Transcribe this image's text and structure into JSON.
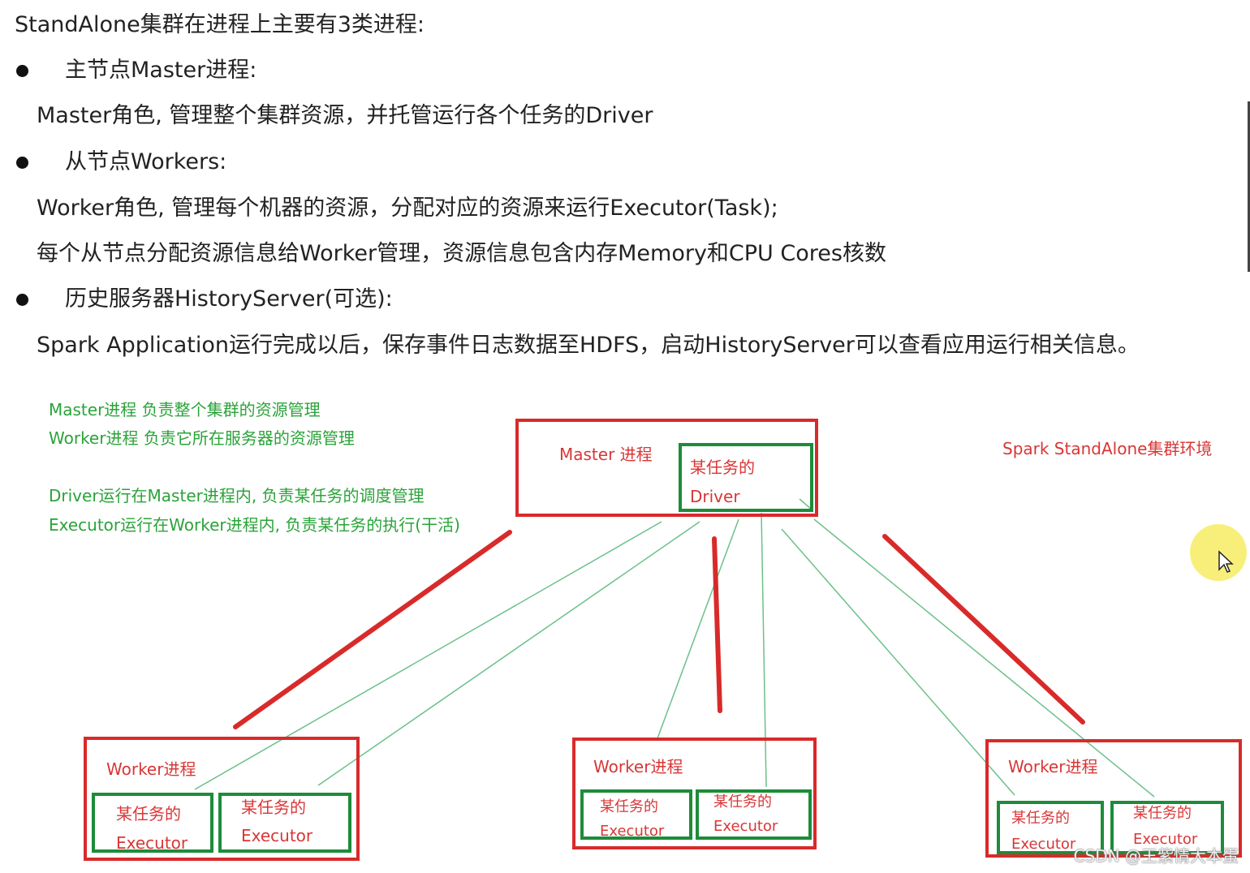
{
  "document": {
    "intro": "StandAlone集群在进程上主要有3类进程:",
    "master_heading": "主节点Master进程:",
    "master_desc": "Master角色, 管理整个集群资源，并托管运行各个任务的Driver",
    "workers_heading": "从节点Workers:",
    "workers_desc1": "Worker角色, 管理每个机器的资源，分配对应的资源来运行Executor(Task);",
    "workers_desc2": "每个从节点分配资源信息给Worker管理，资源信息包含内存Memory和CPU Cores核数",
    "history_heading": "历史服务器HistoryServer(可选):",
    "history_desc": "Spark Application运行完成以后，保存事件日志数据至HDFS，启动HistoryServer可以查看应用运行相关信息。"
  },
  "diagram": {
    "notes": [
      "Master进程 负责整个集群的资源管理",
      "Worker进程 负责它所在服务器的资源管理",
      "Driver运行在Master进程内, 负责某任务的调度管理",
      "Executor运行在Worker进程内, 负责某任务的执行(干活)"
    ],
    "title": "Spark StandAlone集群环境",
    "master": {
      "label": "Master 进程",
      "driver_line1": "某任务的",
      "driver_line2": "Driver"
    },
    "workers": [
      {
        "label": "Worker进程",
        "executors": [
          {
            "line1": "某任务的",
            "line2": "Executor"
          },
          {
            "line1": "某任务的",
            "line2": "Executor"
          }
        ]
      },
      {
        "label": "Worker进程",
        "executors": [
          {
            "line1": "某任务的",
            "line2": "Executor"
          },
          {
            "line1": "某任务的",
            "line2": "Executor"
          }
        ]
      },
      {
        "label": "Worker进程",
        "executors": [
          {
            "line1": "某任务的",
            "line2": "Executor"
          },
          {
            "line1": "某任务的",
            "line2": "Executor"
          }
        ]
      }
    ],
    "colors": {
      "red": "#d92a2a",
      "green": "#1d8c3a",
      "note_green": "#2aa339",
      "connector_green": "#6cc08a"
    }
  },
  "watermark": "CSDN @王紫情大本蛋",
  "cursor_icon": "pointer-icon"
}
